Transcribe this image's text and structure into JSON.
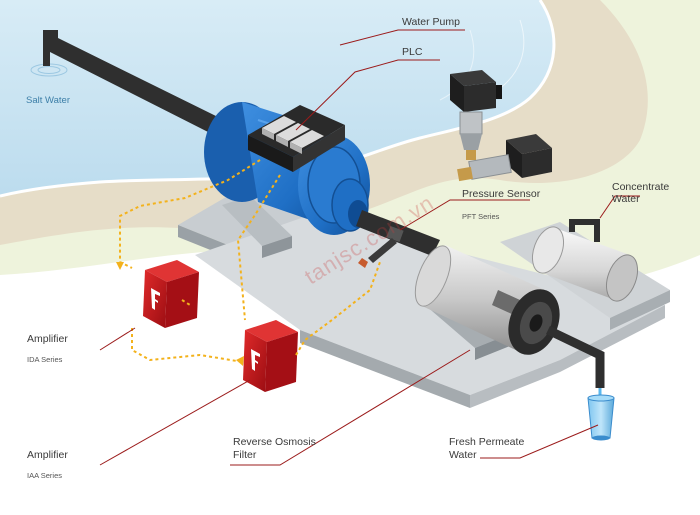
{
  "labels": {
    "water_pump": "Water Pump",
    "plc": "PLC",
    "salt_water": "Salt Water",
    "pressure_sensor": "Pressure Sensor",
    "pft_series": "PFT Series",
    "concentrate_water": [
      "Concentrate",
      "Water"
    ],
    "amplifier_ida": "Amplifier",
    "ida_series": "IDA Series",
    "amplifier_iaa": "Amplifier",
    "iaa_series": "IAA Series",
    "ro_filter": [
      "Reverse Osmosis",
      "Filter"
    ],
    "fresh_water": [
      "Fresh Permeate",
      "Water"
    ]
  },
  "watermark": "tanjsc.com.vn",
  "colors": {
    "sea": "#cfe6f2",
    "sand": "#e6ddc8",
    "grass": "#eef3dc",
    "pump_blue": "#1f6fc5",
    "pipe": "#3a3a3a",
    "leader_line": "#9b1b1b",
    "signal_dotted": "#f3b21c",
    "amplifier_red": "#c8161d"
  }
}
